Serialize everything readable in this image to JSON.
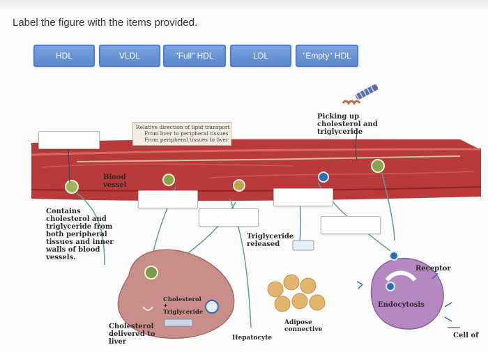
{
  "instruction": "Label the figure with the items provided.",
  "chips": [
    "HDL",
    "VLDL",
    "\"Full\" HDL",
    "LDL",
    "\"Empty\" HDL"
  ],
  "legend": {
    "title": "Relative direction of lipid transport",
    "items": [
      "From liver to peripheral tissues",
      "From peripheral tissues to liver"
    ]
  },
  "labels": {
    "picking": "Picking up cholesterol and triglyceride",
    "blood_vessel": "Blood vessel",
    "contains": "Contains cholesterol and triglyceride from both peripheral tissues and inner walls of blood vessels.",
    "triglyceride_released": "Triglyceride released",
    "receptor": "Receptor",
    "endocytosis": "Endocytosis",
    "cholesterol_triglyceride": "Cholesterol + Triglyceride",
    "cholesterol_delivered": "Cholesterol delivered to liver",
    "adipose": "Adipose connective",
    "hepatocyte": "Hepatocyte",
    "cell_of": "Cell of"
  },
  "colors": {
    "chip_fill": "#6b95d6",
    "chip_border": "#4f7fc8",
    "vessel_red": "#b83a3a",
    "liver_cell": "#c98e8a",
    "hdl_green": "#8aa14a",
    "ldl_blue": "#2e6db0"
  }
}
